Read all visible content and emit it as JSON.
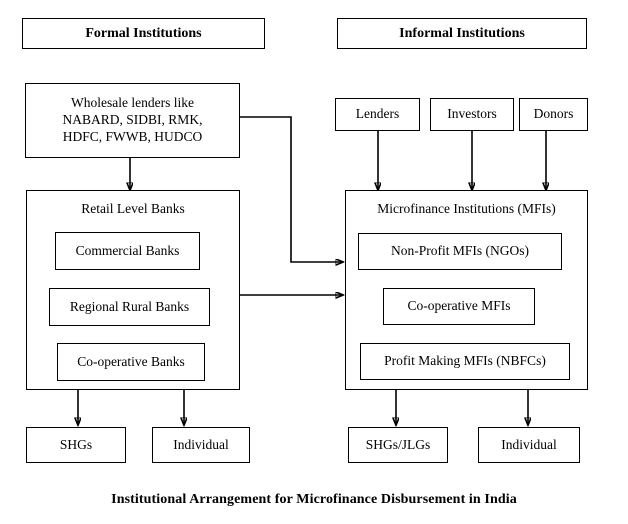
{
  "figure": {
    "caption": "Institutional Arrangement for Microfinance Disbursement in India"
  },
  "columns": {
    "formal": {
      "header": "Formal Institutions",
      "wholesale": "Wholesale lenders like\nNABARD, SIDBI, RMK,\nHDFC, FWWB, HUDCO",
      "retail_group_title": "Retail Level Banks",
      "retail_items": [
        "Commercial Banks",
        "Regional Rural Banks",
        "Co-operative Banks"
      ],
      "outputs": [
        "SHGs",
        "Individual"
      ]
    },
    "informal": {
      "header": "Informal Institutions",
      "sources": [
        "Lenders",
        "Investors",
        "Donors"
      ],
      "mfi_group_title": "Microfinance Institutions (MFIs)",
      "mfi_items": [
        "Non-Profit MFIs (NGOs)",
        "Co-operative MFIs",
        "Profit Making MFIs (NBFCs)"
      ],
      "outputs": [
        "SHGs/JLGs",
        "Individual"
      ]
    }
  },
  "style": {
    "line_color": "#000000",
    "box_fill": "#ffffff",
    "text_color": "#000000"
  }
}
